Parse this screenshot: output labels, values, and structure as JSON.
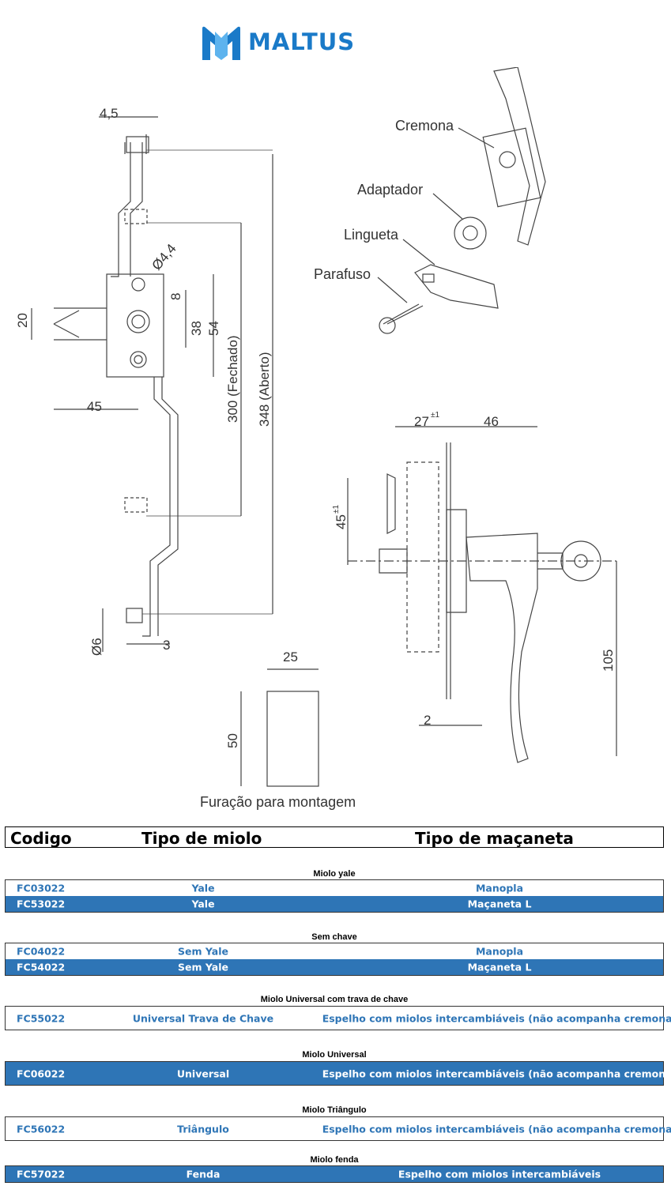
{
  "brand": {
    "name": "MALTUS",
    "color": "#1a7ac8"
  },
  "drawing": {
    "parts": [
      "Cremona",
      "Adaptador",
      "Lingueta",
      "Parafuso"
    ],
    "dims": {
      "d4_5": "4,5",
      "d20": "20",
      "d45": "45",
      "d44": "Ø4,4",
      "d8": "8",
      "d38": "38",
      "d54": "54",
      "d300": "300 (Fechado)",
      "d348": "348 (Aberto)",
      "d6": "Ø6",
      "d3": "3",
      "d27": "27",
      "d27tol": "±1",
      "d46": "46",
      "d45b": "45",
      "d45tol": "±1",
      "d105": "105",
      "d2": "2",
      "d25": "25",
      "d50": "50"
    },
    "mount_caption": "Furação para montagem"
  },
  "table": {
    "headers": {
      "code": "Codigo",
      "core": "Tipo de miolo",
      "handle": "Tipo de maçaneta"
    },
    "groups": [
      {
        "title": "Miolo yale",
        "rows": [
          {
            "code": "FC03022",
            "core": "Yale",
            "handle": "Manopla",
            "style": "light"
          },
          {
            "code": "FC53022",
            "core": "Yale",
            "handle": "Maçaneta L",
            "style": "dark"
          }
        ]
      },
      {
        "title": "Sem chave",
        "rows": [
          {
            "code": "FC04022",
            "core": "Sem Yale",
            "handle": "Manopla",
            "style": "light"
          },
          {
            "code": "FC54022",
            "core": "Sem Yale",
            "handle": "Maçaneta L",
            "style": "dark"
          }
        ]
      },
      {
        "title": "Miolo Universal com trava de chave",
        "rows": [
          {
            "code": "FC55022",
            "core": "Universal Trava de Chave",
            "handle": "Espelho com miolos intercambiáveis (não acompanha cremona)",
            "style": "light"
          }
        ]
      },
      {
        "title": "Miolo Universal",
        "rows": [
          {
            "code": "FC06022",
            "core": "Universal",
            "handle": "Espelho com miolos intercambiáveis (não acompanha cremona)",
            "style": "dark"
          }
        ]
      },
      {
        "title": "Miolo Triângulo",
        "rows": [
          {
            "code": "FC56022",
            "core": "Triângulo",
            "handle": "Espelho com miolos intercambiáveis (não acompanha cremona)",
            "style": "light"
          }
        ]
      },
      {
        "title": "Miolo fenda",
        "rows": [
          {
            "code": "FC57022",
            "core": "Fenda",
            "handle": "Espelho com miolos intercambiáveis",
            "style": "dark"
          }
        ]
      }
    ]
  }
}
